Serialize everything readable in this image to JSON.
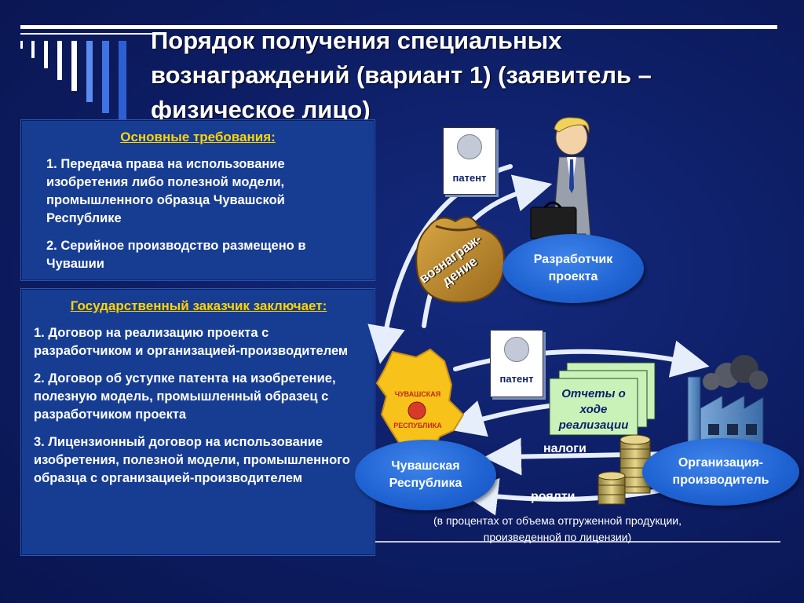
{
  "title": "Порядок получения специальных вознаграждений (вариант 1) (заявитель – физическое лицо)",
  "box1": {
    "header": "Основные требования:",
    "items": [
      "1.  Передача права на использование изобретения либо полезной модели, промышленного образца Чувашской Республике",
      "2. Серийное производство размещено в Чувашии"
    ]
  },
  "box2": {
    "header": "Государственный заказчик заключает:",
    "items": [
      "1.  Договор на реализацию проекта с разработчиком и организацией-производителем",
      "2. Договор об уступке патента на изобретение, полезную модель, промышленный образец с разработчиком проекта",
      "3.  Лицензионный договор на использование изобретения, полезной модели, промышленного образца с организацией-производителем"
    ]
  },
  "diagram": {
    "patent_top": "патент",
    "patent_mid": "патент",
    "reward_bag": "вознаграж-дение",
    "developer": "Разработчик проекта",
    "republic": "Чувашская Республика",
    "map_label_top": "ЧУВАШСКАЯ",
    "map_label_bottom": "РЕСПУБЛИКА",
    "producer": "Организация-производитель",
    "reports": "Отчеты о ходе реализации",
    "taxes": "налоги",
    "royalty": "роялти",
    "royalty_note": "(в процентах от объема отгруженной продукции, произведенной по лицензии)"
  },
  "colors": {
    "background": "#0d1d63",
    "box": "#173d93",
    "header_yellow": "#ffd400",
    "oval": "#1f63d3",
    "arrow": "#e6eefb",
    "map_yellow": "#f7c21a",
    "reports_green": "#c9f2b8"
  },
  "icons": [
    "person-with-briefcase-icon",
    "money-bag-icon",
    "factory-icon",
    "coin-stack-icon",
    "emblem-icon",
    "map-icon"
  ]
}
